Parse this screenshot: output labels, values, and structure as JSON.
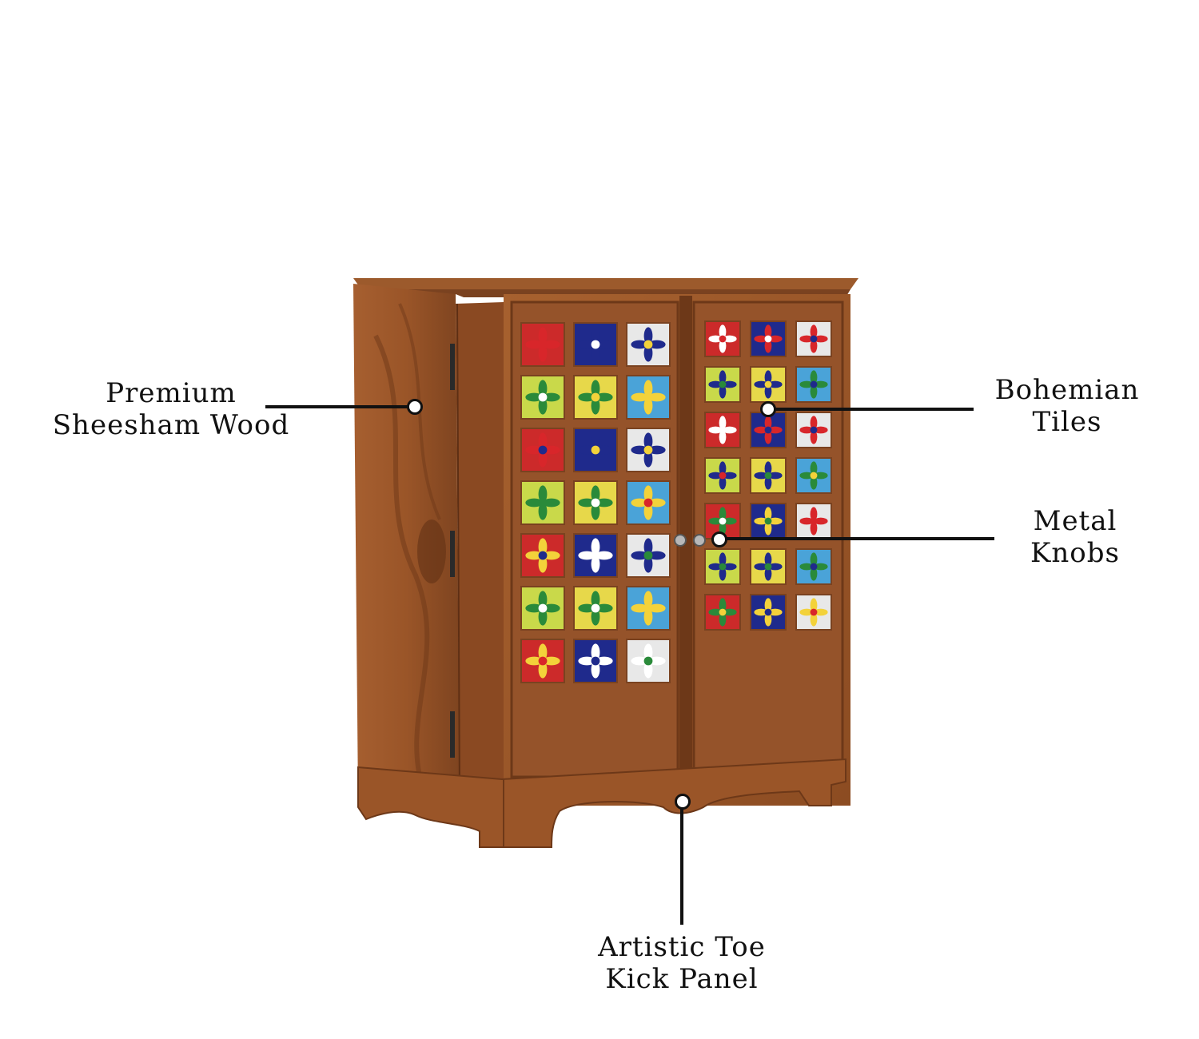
{
  "callouts": {
    "wood": {
      "line1": "Premium",
      "line2": "Sheesham Wood"
    },
    "tiles": {
      "line1": "Bohemian",
      "line2": "Tiles"
    },
    "knobs": {
      "line1": "Metal",
      "line2": "Knobs"
    },
    "toe": {
      "line1": "Artistic Toe",
      "line2": "Kick Panel"
    }
  },
  "colors": {
    "wood_light": "#b06a3a",
    "wood_mid": "#8e4f26",
    "wood_dark": "#5e2f14",
    "tile_blue": "#1f2a8c",
    "tile_yellow": "#e7d84a",
    "tile_red": "#cc2a2a",
    "tile_sky": "#4aa3d8",
    "tile_white": "#e8e8e8",
    "tile_green": "#c9d94a"
  }
}
